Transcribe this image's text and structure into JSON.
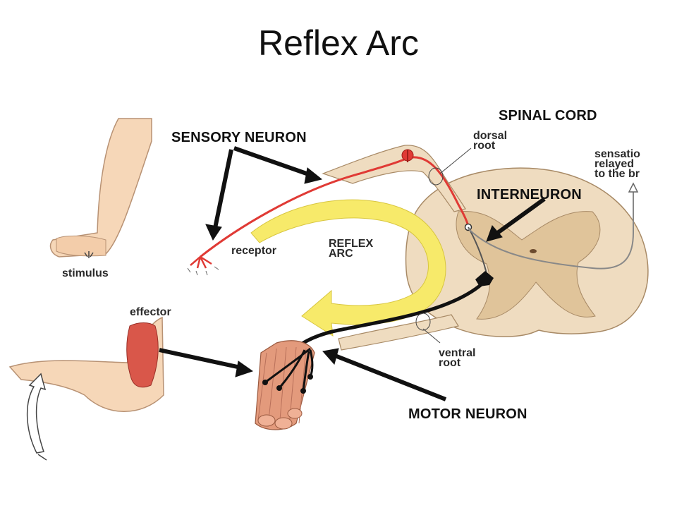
{
  "title": "Reflex Arc",
  "callouts": {
    "spinal_cord": "SPINAL CORD",
    "sensory_neuron": "SENSORY NEURON",
    "interneuron": "INTERNEURON",
    "motor_neuron": "MOTOR NEURON"
  },
  "labels": {
    "dorsal": "dorsal",
    "root_top": "root",
    "sensation": "sensatio",
    "relayed": "relayed",
    "to_the_brain": "to the br",
    "receptor": "receptor",
    "stimulus": "stimulus",
    "reflex": "REFLEX",
    "arc": "ARC",
    "effector": "effector",
    "ventral": "ventral",
    "root_bottom": "root"
  },
  "colors": {
    "skin": "#f6d7b8",
    "skin_outline": "#b89274",
    "cord_outer": "#efdcc0",
    "cord_gray": "#e0c49a",
    "sensory": "#e03a35",
    "motor": "#111111",
    "reflex_arrow": "#f7ea6a",
    "muscle": "#e39a7c"
  }
}
